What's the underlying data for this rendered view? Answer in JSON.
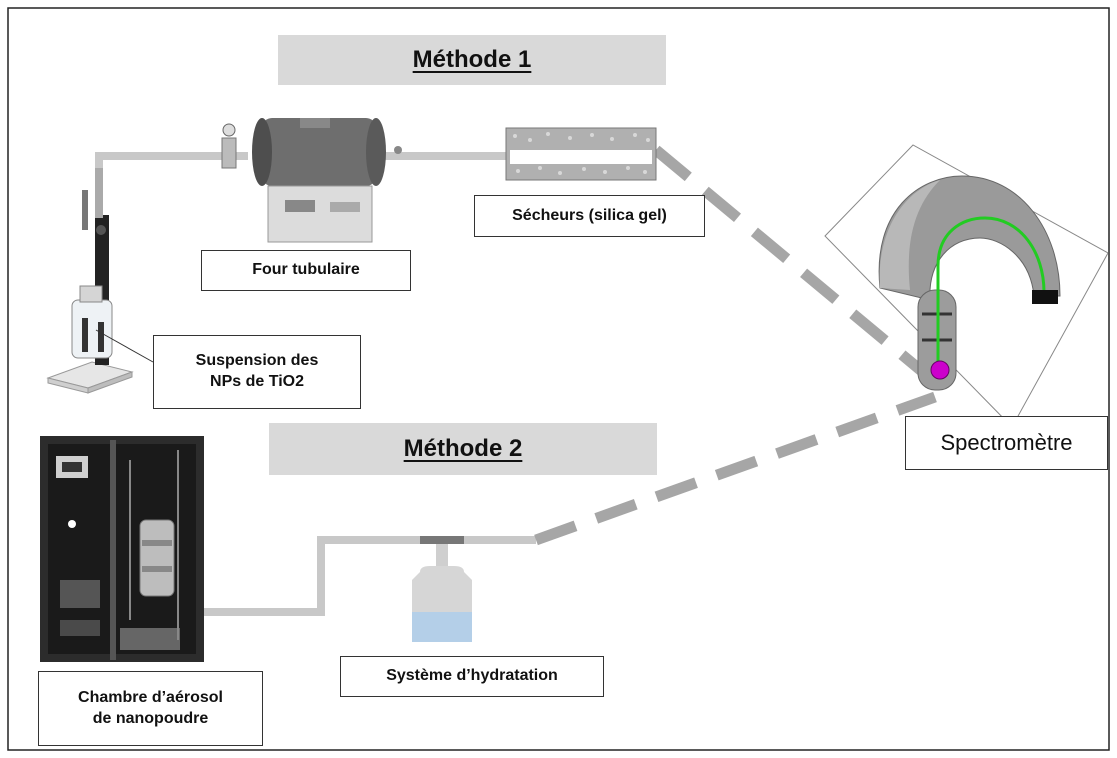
{
  "methods": {
    "method1": "Méthode 1",
    "method2": "Méthode 2"
  },
  "labels": {
    "four": "Four tubulaire",
    "secheurs": "Sécheurs (silica gel)",
    "suspension_l1": "Suspension des",
    "suspension_l2": "NPs de TiO2",
    "spectrometre": "Spectromètre",
    "hydratation": "Système d’hydratation",
    "chambre_l1": "Chambre d’aérosol",
    "chambre_l2": "de nanopoudre"
  },
  "colors": {
    "tube": "#c8c8c8",
    "dashed_line": "#a6a6a6",
    "method_bg": "#d9d9d9",
    "fiber_green": "#22cc22",
    "source_magenta": "#cc00cc",
    "water_blue": "#b4cfe8"
  },
  "icons": [
    "tube-furnace-icon",
    "silica-gel-dryer-icon",
    "suspension-bottle-icon",
    "spectrometer-icon",
    "hydration-bottle-icon",
    "aerosol-chamber-icon"
  ]
}
